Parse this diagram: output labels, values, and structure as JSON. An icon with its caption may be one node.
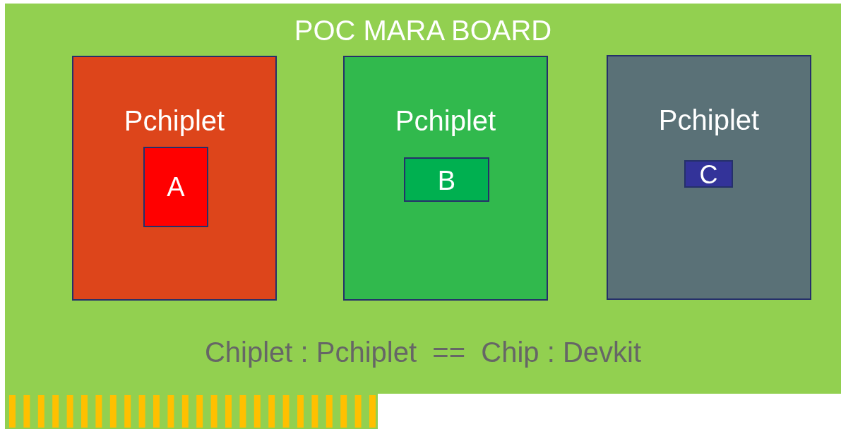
{
  "diagram": {
    "nodes": [
      {
        "text": [
          "POC MARA BOARD"
        ]
      },
      {
        "text": [
          "Pchiplet"
        ],
        "in": 0
      },
      {
        "text": [
          "A"
        ],
        "in": 1
      },
      {
        "text": [
          "Pchiplet"
        ],
        "in": 0
      },
      {
        "text": [
          "B"
        ],
        "in": 3
      },
      {
        "text": [
          "Pchiplet"
        ],
        "in": 0
      },
      {
        "text": [
          "C"
        ],
        "in": 5
      }
    ],
    "labels": [
      "Chiplet : Pchiplet  ==  Chip : Devkit"
    ]
  }
}
